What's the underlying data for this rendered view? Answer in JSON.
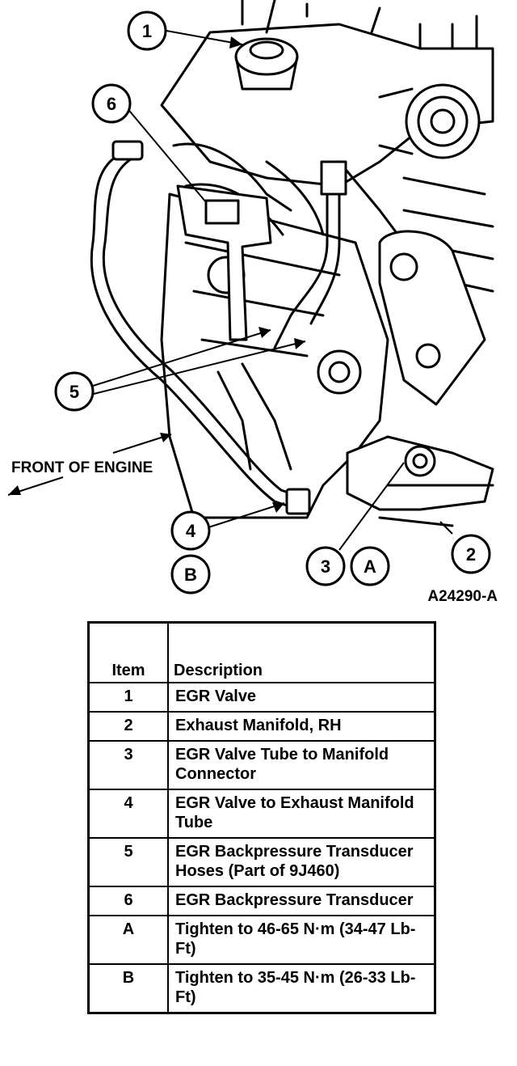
{
  "diagram": {
    "figure_id": "A24290-A",
    "front_label": "FRONT OF ENGINE",
    "callouts": [
      "1",
      "2",
      "3",
      "4",
      "5",
      "6",
      "A",
      "B"
    ]
  },
  "table": {
    "headers": {
      "item": "Item",
      "description": "Description"
    },
    "rows": [
      {
        "item": "1",
        "description": "EGR Valve"
      },
      {
        "item": "2",
        "description": "Exhaust Manifold, RH"
      },
      {
        "item": "3",
        "description": "EGR Valve Tube to Manifold Connector"
      },
      {
        "item": "4",
        "description": "EGR Valve to Exhaust Manifold Tube"
      },
      {
        "item": "5",
        "description": "EGR Backpressure Transducer Hoses (Part of 9J460)"
      },
      {
        "item": "6",
        "description": "EGR Backpressure Transducer"
      },
      {
        "item": "A",
        "description": "Tighten to 46-65 N·m (34-47 Lb-Ft)"
      },
      {
        "item": "B",
        "description": "Tighten to 35-45 N·m (26-33 Lb-Ft)"
      }
    ]
  }
}
